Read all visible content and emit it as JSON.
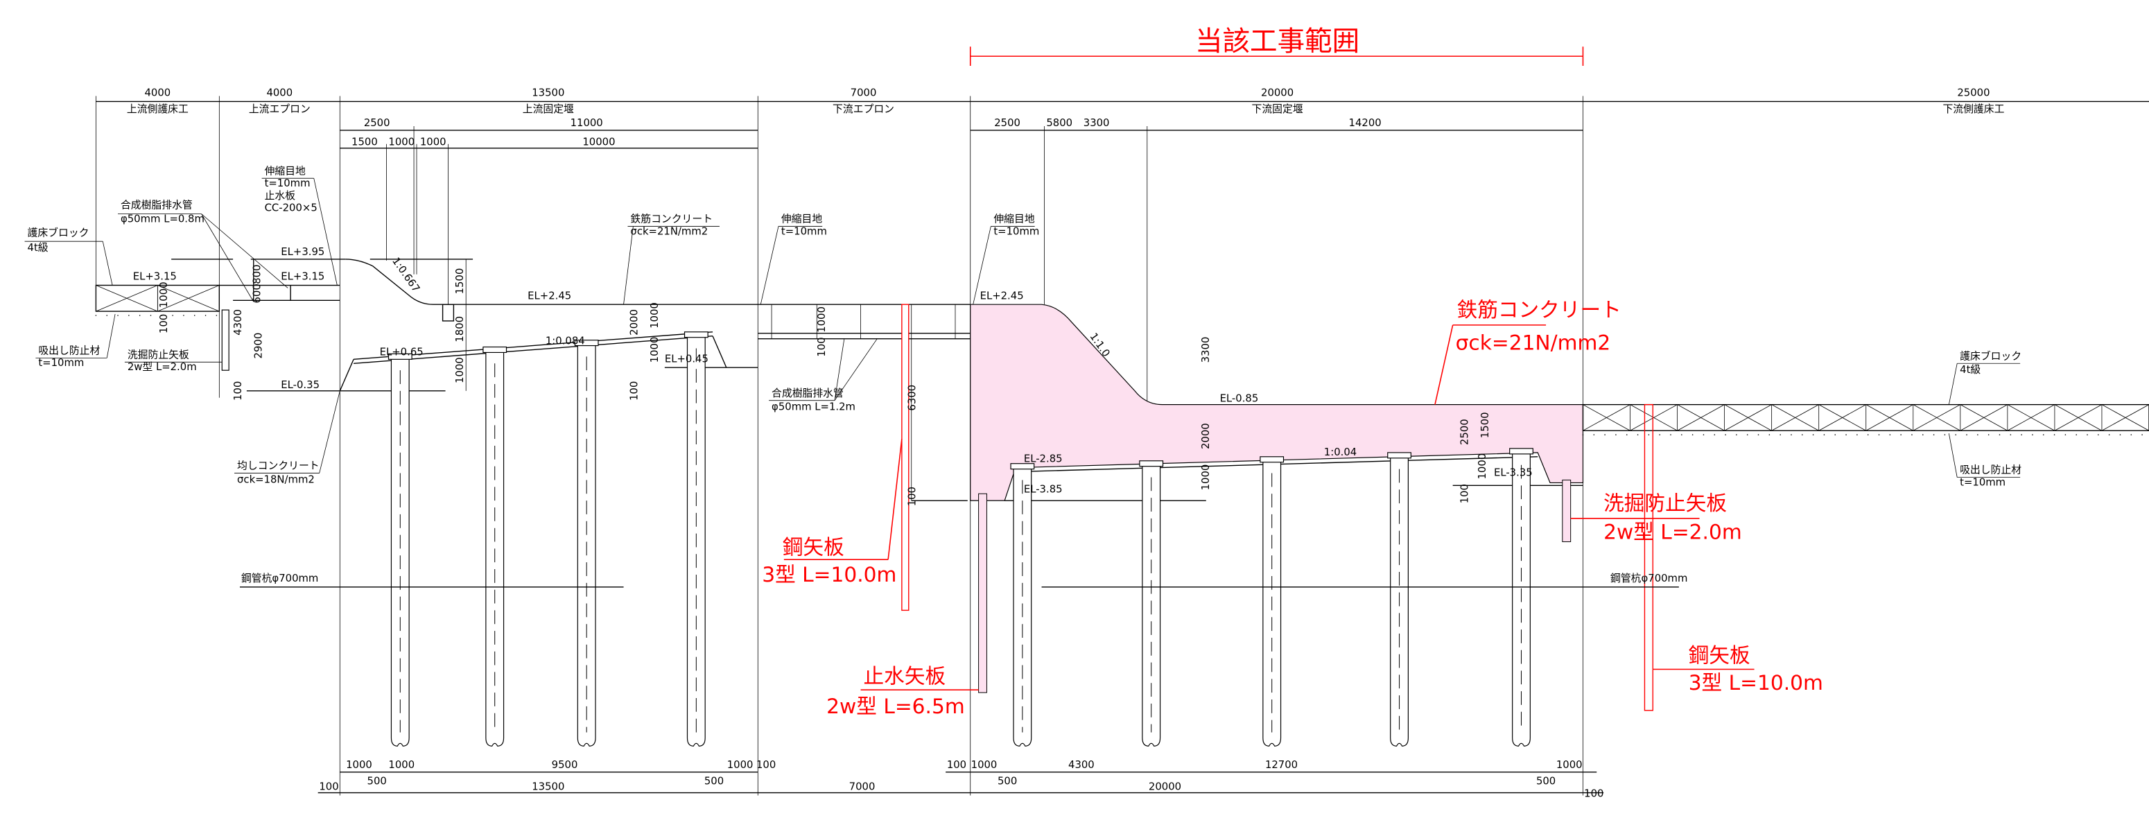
{
  "title": "当該工事範囲",
  "colors": {
    "accent": "#ff0000",
    "concrete_fill": "#fde0ef"
  },
  "dims_top": [
    {
      "value": "4000",
      "label": "上流側護床工"
    },
    {
      "value": "4000",
      "label": "上流エプロン"
    },
    {
      "value": "13500",
      "label": "上流固定堰"
    },
    {
      "value": "7000",
      "label": "下流エプロン"
    },
    {
      "value": "20000",
      "label": "下流固定堰"
    },
    {
      "value": "25000",
      "label": "下流側護床工"
    }
  ],
  "dims_row2": [
    "2500",
    "11000",
    "2500",
    "5800",
    "3300",
    "14200"
  ],
  "dims_row3": [
    "1500",
    "1000",
    "1000",
    "10000"
  ],
  "dims_bottom1": [
    "1000",
    "1000",
    "9500",
    "1000",
    "100",
    "100",
    "1000",
    "4300",
    "12700",
    "1000"
  ],
  "dims_bottom_500": [
    "500",
    "500",
    "500",
    "500"
  ],
  "dims_bottom2": [
    "100",
    "13500",
    "7000",
    "20000",
    "100"
  ],
  "vdims": [
    "1000",
    "100",
    "800",
    "600",
    "4300",
    "2900",
    "100",
    "1500",
    "1800",
    "1000",
    "2000",
    "1000",
    "1000",
    "100",
    "1000",
    "100",
    "6300",
    "100",
    "3300",
    "2000",
    "1000",
    "2500",
    "1500",
    "1000",
    "100"
  ],
  "elevations": [
    "EL+3.95",
    "EL+3.15",
    "EL+3.15",
    "EL+2.45",
    "EL+0.65",
    "EL-0.35",
    "EL+0.45",
    "EL+2.45",
    "EL-0.85",
    "EL-2.85",
    "EL-3.85",
    "EL-3.35"
  ],
  "slopes": [
    "1:0.667",
    "1:0.084",
    "1:1.0",
    "1:0.04"
  ],
  "notes": [
    {
      "l1": "護床ブロック",
      "l2": "4t級"
    },
    {
      "l1": "合成樹脂排水管",
      "l2": "φ50mm L=0.8m"
    },
    {
      "l1": "伸縮目地",
      "l2": "t=10mm",
      "l3": "止水板",
      "l4": "CC-200×5"
    },
    {
      "l1": "吸出し防止材",
      "l2": "t=10mm"
    },
    {
      "l1": "洗掘防止矢板",
      "l2": "2w型 L=2.0m"
    },
    {
      "l1": "均しコンクリート",
      "l2": "σck=18N/mm2"
    },
    {
      "l1": "鉄筋コンクリート",
      "l2": "σck=21N/mm2"
    },
    {
      "l1": "伸縮目地",
      "l2": "t=10mm"
    },
    {
      "l1": "伸縮目地",
      "l2": "t=10mm"
    },
    {
      "l1": "合成樹脂排水管",
      "l2": "φ50mm L=1.2m"
    },
    {
      "l1": "護床ブロック",
      "l2": "4t級"
    },
    {
      "l1": "吸出し防止材",
      "l2": "t=10mm"
    },
    {
      "l1": "鋼管杭φ700mm"
    },
    {
      "l1": "鋼管杭φ700mm"
    }
  ],
  "red_labels": [
    {
      "l1": "鉄筋コンクリート",
      "l2": "σck=21N/mm2"
    },
    {
      "l1": "鋼矢板",
      "l2": "3型 L=10.0m"
    },
    {
      "l1": "止水矢板",
      "l2": "2w型 L=6.5m"
    },
    {
      "l1": "洗掘防止矢板",
      "l2": "2w型 L=2.0m"
    },
    {
      "l1": "鋼矢板",
      "l2": "3型 L=10.0m"
    }
  ]
}
